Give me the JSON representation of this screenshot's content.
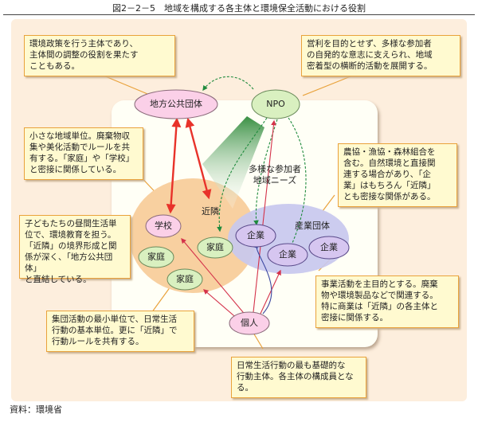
{
  "title": "図2－2－5　地域を構成する各主体と環境保全活動における役割",
  "source": "資料：環境省",
  "center_labels": {
    "participants": "多様な参加者\n地域ニーズ",
    "neighborhood": "近隣",
    "industry_group": "産業団体"
  },
  "nodes": {
    "local_gov": "地方公共団体",
    "npo": "NPO",
    "school": "学校",
    "home1": "家庭",
    "home2": "家庭",
    "home3": "家庭",
    "company1": "企業",
    "company2": "企業",
    "company3": "企業",
    "individual": "個人"
  },
  "notes": {
    "local_gov": "環境政策を行う主体であり、\n主体間の調整の役割を果たす\nこともある。",
    "npo": "営利を目的とせず、多様な参加者\nの自発的な意志に支えられ、地域\n密着型の横断的活動を展開する。",
    "neighborhood": "小さな地域単位。廃棄物収\n集や美化活動でルールを共\n有する。「家庭」や「学校」\nと密接に関係している。",
    "school": "子どもたちの昼間生活単\n位で、環境教育を担う。\n「近隣」の境界形成と関\n係が深く、「地方公共団体」\nと直結している。",
    "home": "集団活動の最小単位で、日常生活\n行動の基本単位。更に「近隣」で\n行動ルールを共有する。",
    "industry": "農協・漁協・森林組合を\n含む。自然環境と直接関\n連する場合があり、「企\n業」はもちろん「近隣」\nとも密接な関係がある。",
    "company": "事業活動を主目的とする。廃棄\n物や環境製品などで関連する。\n特に商業は「近隣」の各主体と\n密接に関係する。",
    "individual": "日常生活行動の最も基礎的な\n行動主体。各主体の構成員とな\nる。"
  },
  "colors": {
    "frame": "#fdeedd",
    "neighborhood_fill": "#f8d0a0",
    "industry_fill": "#c8c8ee",
    "node_pink": "#fbd0e8",
    "node_green": "#d9f0c0",
    "node_purple": "#d6c6f0",
    "arrow_red": "#e8322a",
    "arrow_green": "#1e8a3c",
    "arrow_blue": "#3a46a0"
  }
}
